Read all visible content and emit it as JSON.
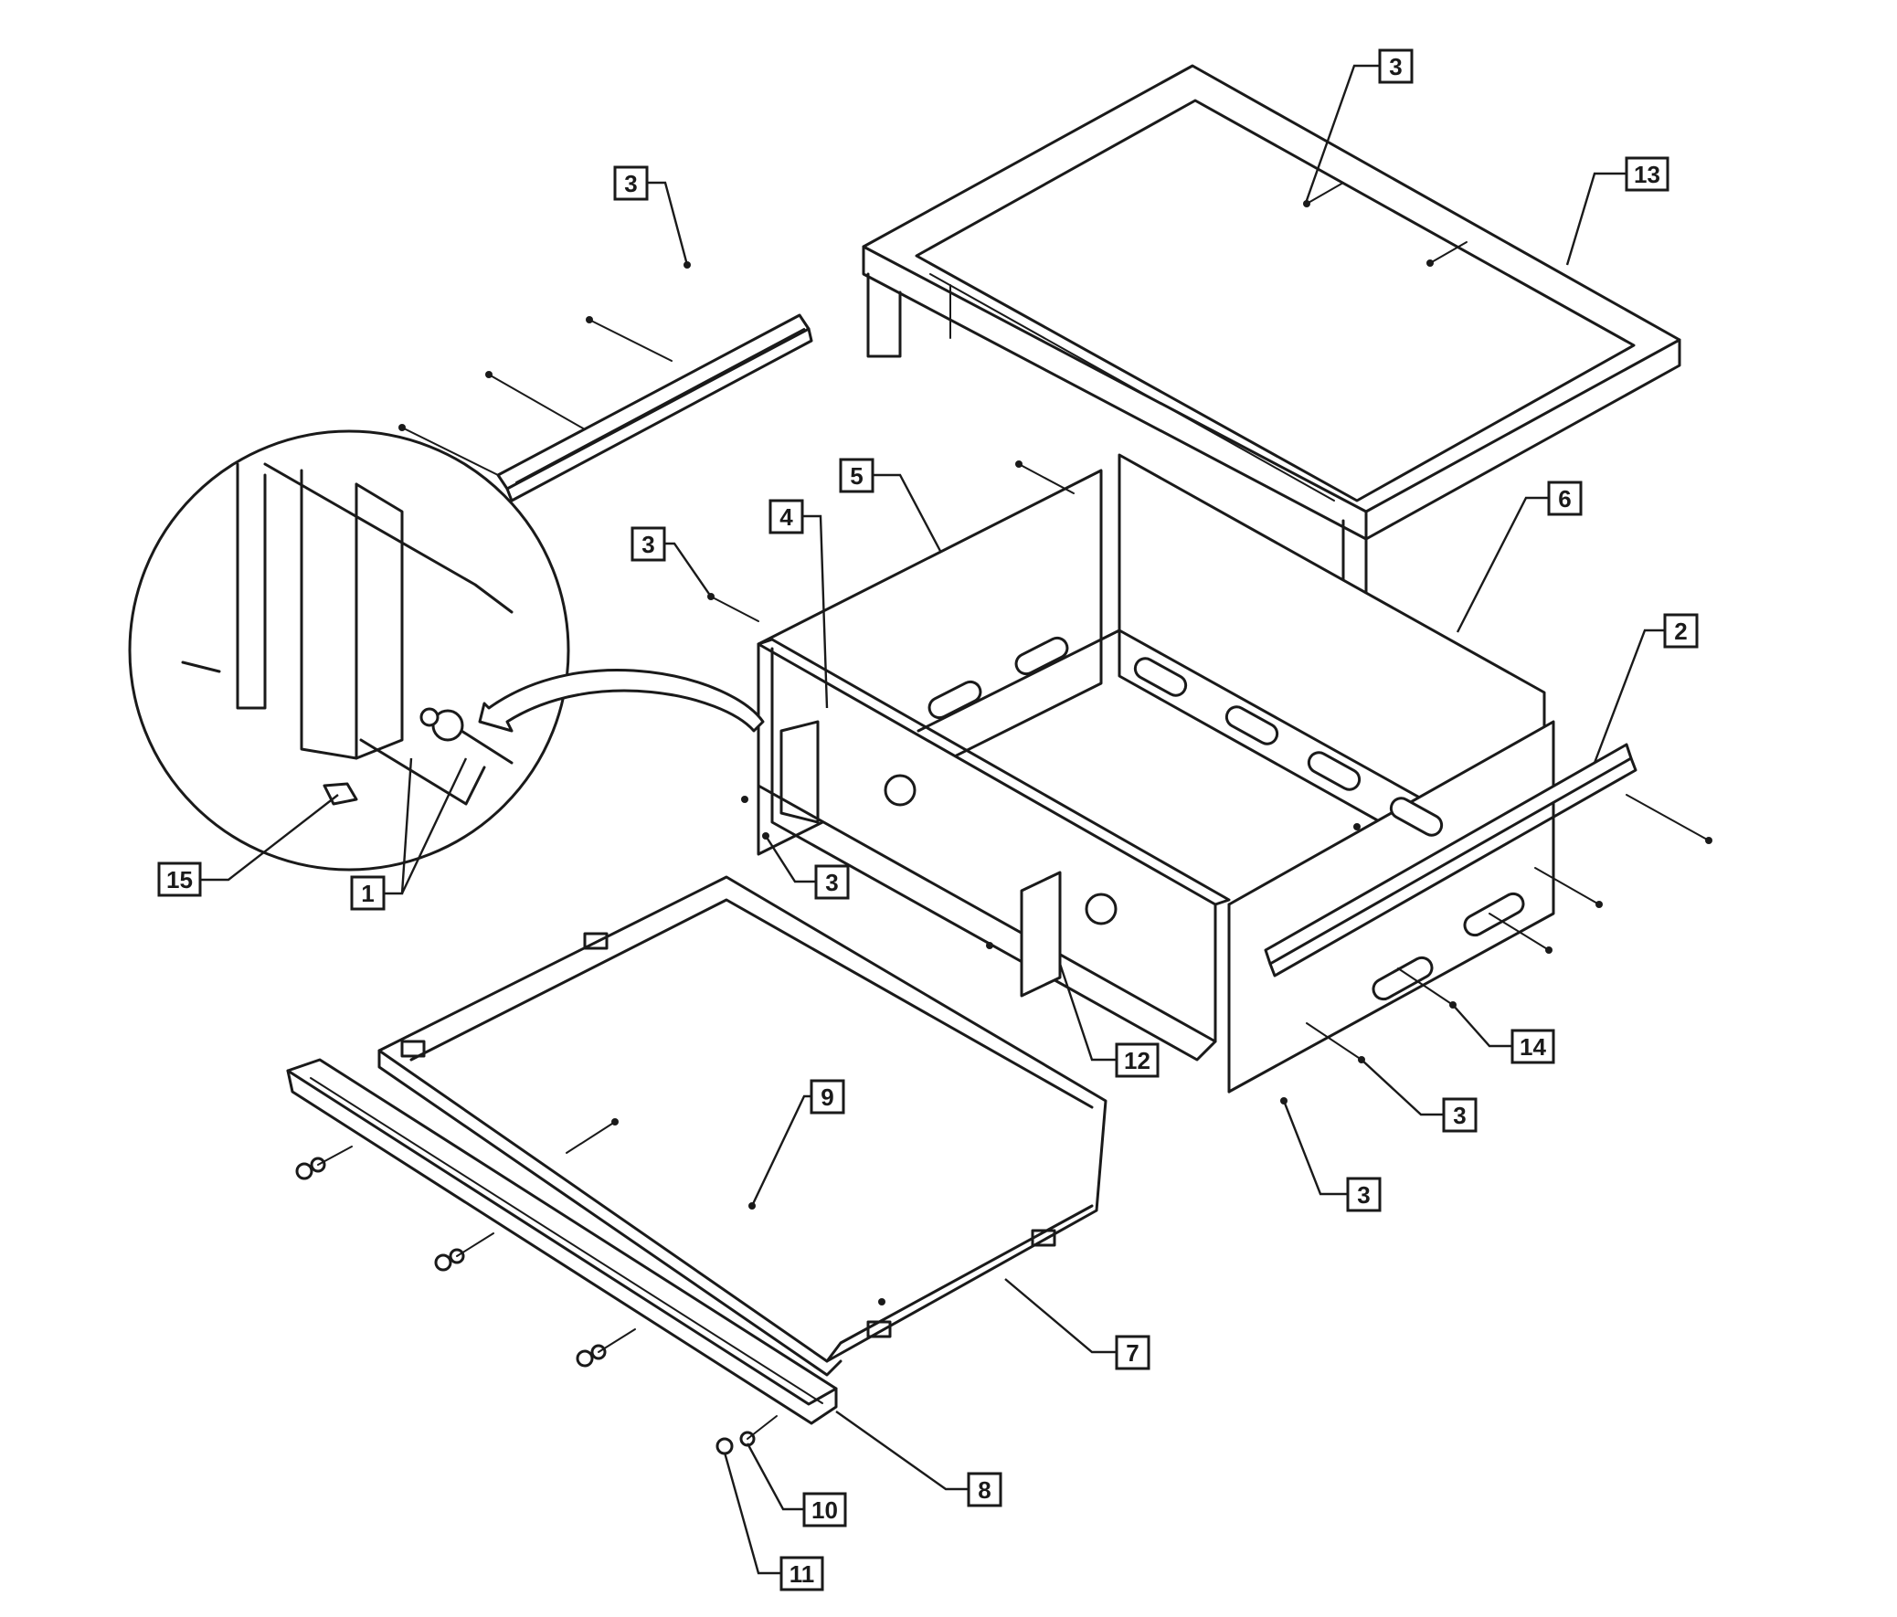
{
  "callouts": [
    {
      "id": "c3-top-lid",
      "label": "3"
    },
    {
      "id": "c13",
      "label": "13"
    },
    {
      "id": "c3-top-rail",
      "label": "3"
    },
    {
      "id": "c5",
      "label": "5"
    },
    {
      "id": "c4",
      "label": "4"
    },
    {
      "id": "c3-left",
      "label": "3"
    },
    {
      "id": "c6",
      "label": "6"
    },
    {
      "id": "c2",
      "label": "2"
    },
    {
      "id": "c15",
      "label": "15"
    },
    {
      "id": "c1",
      "label": "1"
    },
    {
      "id": "c3-mid",
      "label": "3"
    },
    {
      "id": "c12",
      "label": "12"
    },
    {
      "id": "c14",
      "label": "14"
    },
    {
      "id": "c3-right",
      "label": "3"
    },
    {
      "id": "c3-bottom-right",
      "label": "3"
    },
    {
      "id": "c9",
      "label": "9"
    },
    {
      "id": "c7",
      "label": "7"
    },
    {
      "id": "c8",
      "label": "8"
    },
    {
      "id": "c10",
      "label": "10"
    },
    {
      "id": "c11",
      "label": "11"
    }
  ]
}
